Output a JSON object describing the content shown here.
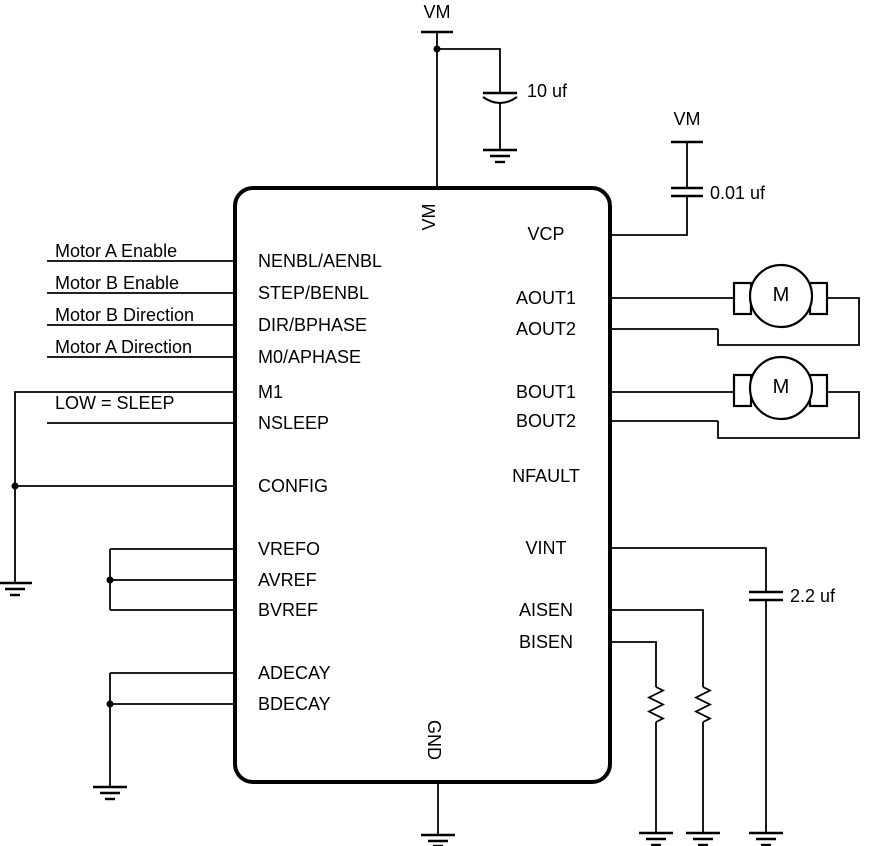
{
  "ic": {
    "left_pins": [
      "NENBL/AENBL",
      "STEP/BENBL",
      "DIR/BPHASE",
      "M0/APHASE",
      "M1",
      "NSLEEP",
      "CONFIG",
      "VREFO",
      "AVREF",
      "BVREF",
      "ADECAY",
      "BDECAY"
    ],
    "right_pins": [
      "VCP",
      "AOUT1",
      "AOUT2",
      "BOUT1",
      "BOUT2",
      "NFAULT",
      "VINT",
      "AISEN",
      "BISEN"
    ],
    "top_pin": "VM",
    "bottom_pin": "GND"
  },
  "input_labels": [
    "Motor A Enable",
    "Motor B Enable",
    "Motor B Direction",
    "Motor A Direction",
    "LOW = SLEEP"
  ],
  "power": {
    "vm_bulk": "VM",
    "vm_vcp": "VM"
  },
  "capacitors": {
    "bulk": "10 uf",
    "vcp": "0.01 uf",
    "vint": "2.2 uf"
  },
  "motors": {
    "a": "M",
    "b": "M"
  },
  "colors": {
    "line": "#000000",
    "background": "#ffffff"
  }
}
